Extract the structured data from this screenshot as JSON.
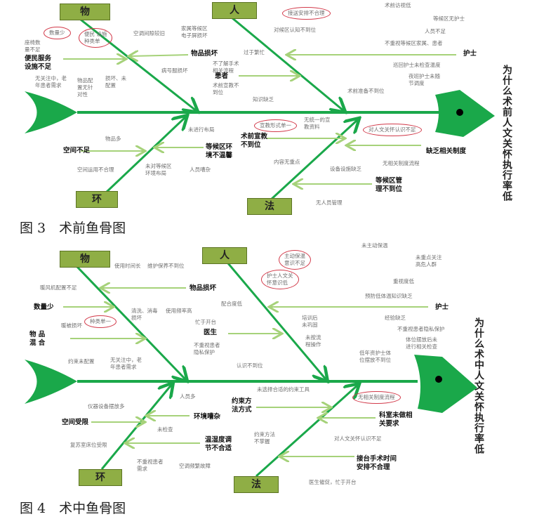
{
  "fig3": {
    "categories": {
      "wu": "物",
      "ren": "人",
      "huan": "环",
      "fa": "法"
    },
    "effect": "为什么术前人文关怀执行率低",
    "caption": "图 3　术前鱼骨图",
    "labels": [
      "数量少",
      "便民 设施\n种类单",
      "空调间隙较旧",
      "家属等候区\n电子屏损坏",
      "座椅数\n量不足",
      "便民服务\n设施不足",
      "物品损坏",
      "无关注中，老\n年患者需求",
      "物品配\n置无针\n对性",
      "损坏、未\n配置",
      "病号服损坏",
      "接送安排不合理",
      "术前访视低",
      "等候区无护士",
      "对候区认知不到位",
      "人员不足",
      "不重视等候区家属、患者",
      "护士",
      "过于繁忙",
      "不了解手术\n相关流程",
      "患者",
      "术前宣教不\n到位",
      "知识缺乏",
      "巡回护士未检查温度",
      "夜班护士未随\n节调度",
      "术前准备不到位",
      "未进行布局",
      "物品多",
      "空间不足",
      "等候区环\n境不温馨",
      "空间运用不合理",
      "未对等候区\n环境布局",
      "人员嘈杂",
      "宣教形式单一",
      "无统一的宣\n教资料",
      "术前宣教\n不到位",
      "对人文关怀认识不足",
      "缺乏相关制度",
      "内容无重点",
      "无相关制度流程",
      "设备设施缺乏",
      "等候区管\n理不到位",
      "无人员管理"
    ]
  },
  "fig4": {
    "categories": {
      "wu": "物",
      "ren": "人",
      "huan": "环",
      "fa": "法"
    },
    "effect": "为什么术中人文关怀执行率低",
    "caption": "图 4　术中鱼骨图",
    "labels": [
      "使用时间长",
      "维护保养不到位",
      "物品损坏",
      "暖风机配置不足",
      "数量少",
      "清洗、消毒\n损坏",
      "使用频率高",
      "种类单一",
      "暖被损坏",
      "物 品\n混 合",
      "约束未配置",
      "无关注中，老\n年患者需求",
      "未主动保温",
      "主动保温\n意识不足",
      "未重点关注\n高危人群",
      "护士人文关\n怀意识低",
      "重视度低",
      "预防低体温知识缺乏",
      "护士",
      "配合度低",
      "忙于开台",
      "医生",
      "不重视患者\n隐私保护",
      "认识不到位",
      "培训后\n未巩固",
      "经验缺乏",
      "不重视患者隐私保护",
      "未按流\n程操作",
      "体位摆放后未\n进行相关检查",
      "低年资护士体\n位摆放不到位",
      "人员多",
      "仪器设备摆放多",
      "环境嘈杂",
      "空间受限",
      "未检查",
      "温湿度调\n节不合适",
      "复苏室床位受限",
      "不重视患者\n需求",
      "空调频繁故障",
      "未选择合适的约束工具",
      "约束方\n法方式",
      "无相关制度流程",
      "科室未做相\n关要求",
      "约束方法\n不掌握",
      "对人文关怀认识不足",
      "接台手术时间\n安排不合理",
      "医生催促，忙于开台"
    ]
  },
  "colors": {
    "bone": "#1aa84a",
    "sub": "#a6d27a",
    "fish": "#1aa84a",
    "box": "#8fae45",
    "circle": "#d23a4a"
  }
}
